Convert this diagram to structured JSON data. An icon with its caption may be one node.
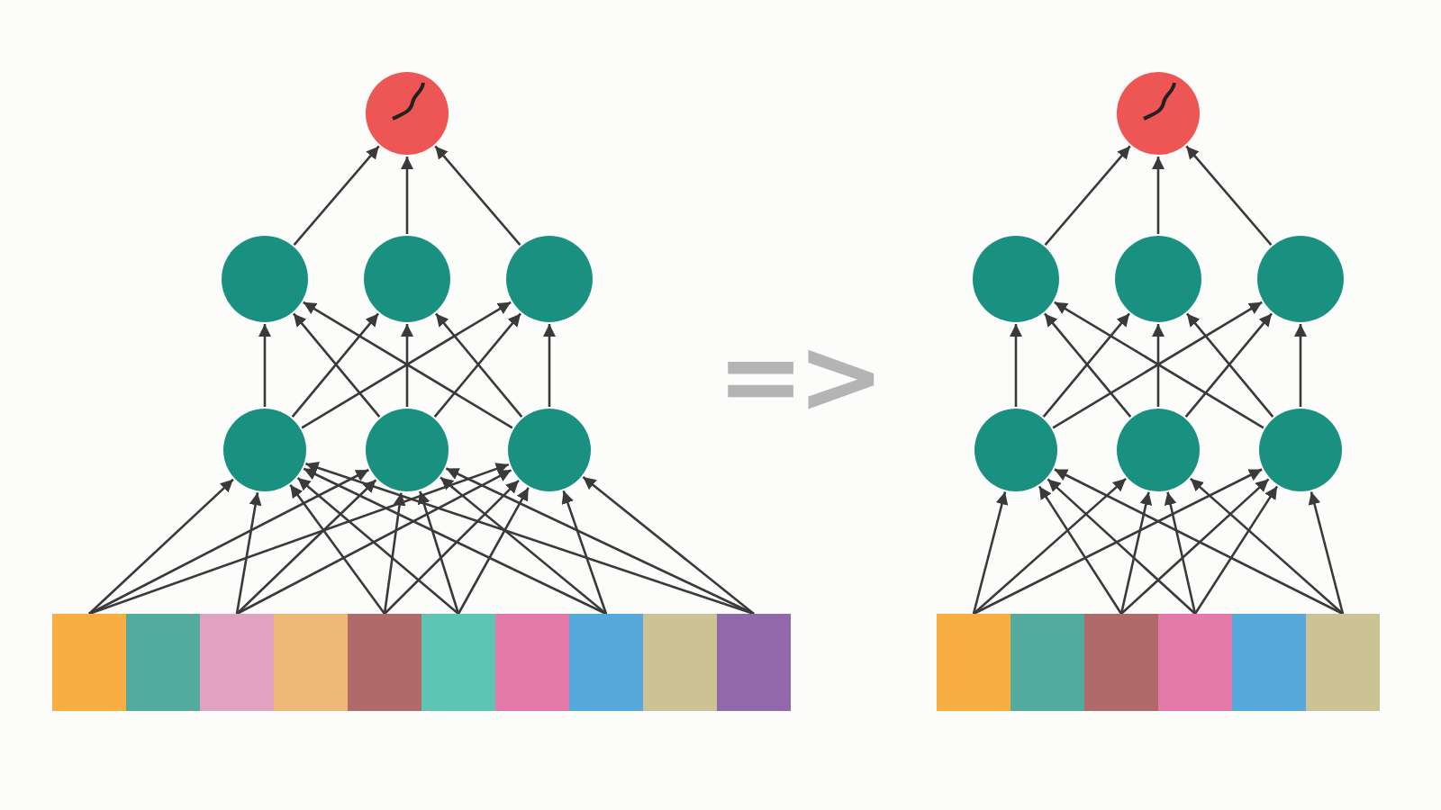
{
  "diagram": {
    "nodes": [
      {
        "text": [],
        "shape": "circle"
      },
      {
        "text": [],
        "shape": "circle"
      },
      {
        "text": [],
        "shape": "circle"
      },
      {
        "text": [],
        "shape": "circle"
      },
      {
        "text": [],
        "shape": "circle"
      },
      {
        "text": [],
        "shape": "circle"
      },
      {
        "text": [],
        "shape": "circle"
      },
      {
        "text": [],
        "shape": "box"
      },
      {
        "text": [],
        "shape": "box"
      },
      {
        "text": [],
        "shape": "box"
      },
      {
        "text": [],
        "shape": "box"
      },
      {
        "text": [],
        "shape": "box"
      },
      {
        "text": [],
        "shape": "box"
      },
      {
        "text": [],
        "shape": "box"
      },
      {
        "text": [],
        "shape": "box"
      },
      {
        "text": [],
        "shape": "box"
      },
      {
        "text": [],
        "shape": "box"
      },
      {
        "text": [],
        "shape": "circle"
      },
      {
        "text": [],
        "shape": "circle"
      },
      {
        "text": [],
        "shape": "circle"
      },
      {
        "text": [],
        "shape": "circle"
      },
      {
        "text": [],
        "shape": "circle"
      },
      {
        "text": [],
        "shape": "circle"
      },
      {
        "text": [],
        "shape": "circle"
      },
      {
        "text": [],
        "shape": "box"
      },
      {
        "text": [],
        "shape": "box"
      },
      {
        "text": [],
        "shape": "box"
      },
      {
        "text": [],
        "shape": "box"
      },
      {
        "text": [],
        "shape": "box"
      },
      {
        "text": [],
        "shape": "box"
      }
    ],
    "edges": [
      {
        "from": 1,
        "to": 0,
        "arrow": "to"
      },
      {
        "from": 2,
        "to": 0,
        "arrow": "to"
      },
      {
        "from": 3,
        "to": 0,
        "arrow": "to"
      },
      {
        "from": 4,
        "to": 1,
        "arrow": "to"
      },
      {
        "from": 4,
        "to": 2,
        "arrow": "to"
      },
      {
        "from": 4,
        "to": 3,
        "arrow": "to"
      },
      {
        "from": 5,
        "to": 1,
        "arrow": "to"
      },
      {
        "from": 5,
        "to": 2,
        "arrow": "to"
      },
      {
        "from": 5,
        "to": 3,
        "arrow": "to"
      },
      {
        "from": 6,
        "to": 1,
        "arrow": "to"
      },
      {
        "from": 6,
        "to": 2,
        "arrow": "to"
      },
      {
        "from": 6,
        "to": 3,
        "arrow": "to"
      },
      {
        "from": 7,
        "to": 4,
        "arrow": "to"
      },
      {
        "from": 7,
        "to": 5,
        "arrow": "to"
      },
      {
        "from": 7,
        "to": 6,
        "arrow": "to"
      },
      {
        "from": 9,
        "to": 4,
        "arrow": "to"
      },
      {
        "from": 9,
        "to": 5,
        "arrow": "to"
      },
      {
        "from": 9,
        "to": 6,
        "arrow": "to"
      },
      {
        "from": 11,
        "to": 4,
        "arrow": "to"
      },
      {
        "from": 11,
        "to": 5,
        "arrow": "to"
      },
      {
        "from": 11,
        "to": 6,
        "arrow": "to"
      },
      {
        "from": 12,
        "to": 4,
        "arrow": "to"
      },
      {
        "from": 12,
        "to": 5,
        "arrow": "to"
      },
      {
        "from": 12,
        "to": 6,
        "arrow": "to"
      },
      {
        "from": 14,
        "to": 4,
        "arrow": "to"
      },
      {
        "from": 14,
        "to": 5,
        "arrow": "to"
      },
      {
        "from": 14,
        "to": 6,
        "arrow": "to"
      },
      {
        "from": 16,
        "to": 4,
        "arrow": "to"
      },
      {
        "from": 16,
        "to": 5,
        "arrow": "to"
      },
      {
        "from": 16,
        "to": 6,
        "arrow": "to"
      },
      {
        "from": 18,
        "to": 17,
        "arrow": "to"
      },
      {
        "from": 19,
        "to": 17,
        "arrow": "to"
      },
      {
        "from": 20,
        "to": 17,
        "arrow": "to"
      },
      {
        "from": 21,
        "to": 18,
        "arrow": "to"
      },
      {
        "from": 21,
        "to": 19,
        "arrow": "to"
      },
      {
        "from": 21,
        "to": 20,
        "arrow": "to"
      },
      {
        "from": 22,
        "to": 18,
        "arrow": "to"
      },
      {
        "from": 22,
        "to": 19,
        "arrow": "to"
      },
      {
        "from": 22,
        "to": 20,
        "arrow": "to"
      },
      {
        "from": 23,
        "to": 18,
        "arrow": "to"
      },
      {
        "from": 23,
        "to": 19,
        "arrow": "to"
      },
      {
        "from": 23,
        "to": 20,
        "arrow": "to"
      },
      {
        "from": 24,
        "to": 21,
        "arrow": "to"
      },
      {
        "from": 24,
        "to": 22,
        "arrow": "to"
      },
      {
        "from": 24,
        "to": 23,
        "arrow": "to"
      },
      {
        "from": 26,
        "to": 21,
        "arrow": "to"
      },
      {
        "from": 26,
        "to": 22,
        "arrow": "to"
      },
      {
        "from": 26,
        "to": 23,
        "arrow": "to"
      },
      {
        "from": 27,
        "to": 21,
        "arrow": "to"
      },
      {
        "from": 27,
        "to": 22,
        "arrow": "to"
      },
      {
        "from": 27,
        "to": 23,
        "arrow": "to"
      },
      {
        "from": 29,
        "to": 21,
        "arrow": "to"
      },
      {
        "from": 29,
        "to": 22,
        "arrow": "to"
      },
      {
        "from": 29,
        "to": 23,
        "arrow": "to"
      }
    ],
    "labels": [
      "=>"
    ]
  }
}
